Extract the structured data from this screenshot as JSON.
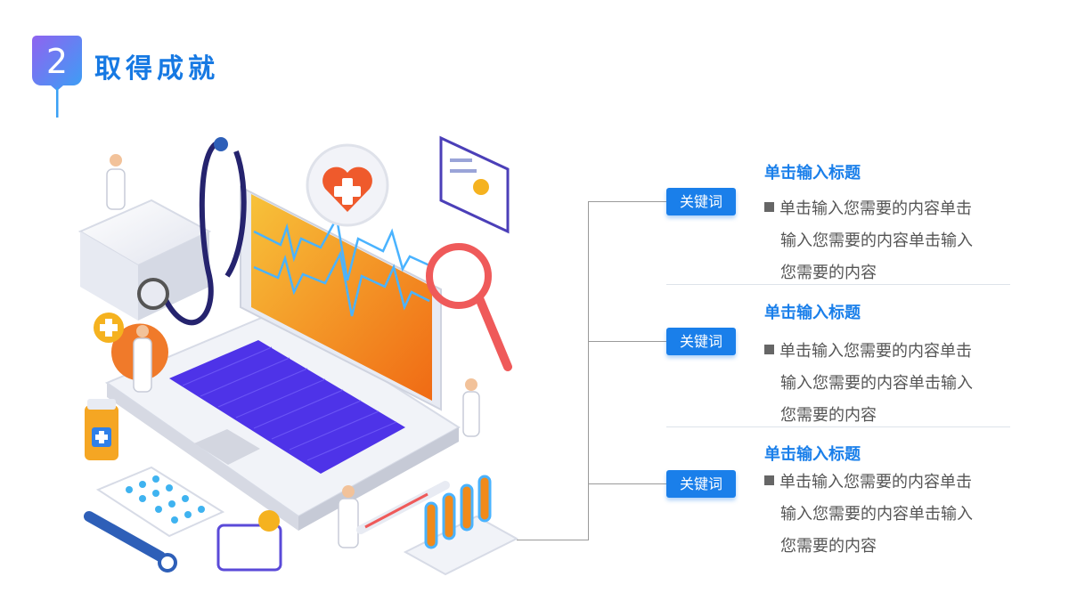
{
  "header": {
    "badge_number": "2",
    "title": "取得成就"
  },
  "items": [
    {
      "keyword": "关键词",
      "title": "单击输入标题",
      "lines": [
        "单击输入您需要的内容单击",
        "输入您需要的内容单击输入",
        "您需要的内容"
      ]
    },
    {
      "keyword": "关键词",
      "title": "单击输入标题",
      "lines": [
        "单击输入您需要的内容单击",
        "输入您需要的内容单击输入",
        "您需要的内容"
      ]
    },
    {
      "keyword": "关键词",
      "title": "单击输入标题",
      "lines": [
        "单击输入您需要的内容单击",
        "输入您需要的内容单击输入",
        "您需要的内容"
      ]
    }
  ],
  "colors": {
    "accent": "#1a7fea",
    "orange": "#f08a1a",
    "purple": "#5a3cf2"
  }
}
